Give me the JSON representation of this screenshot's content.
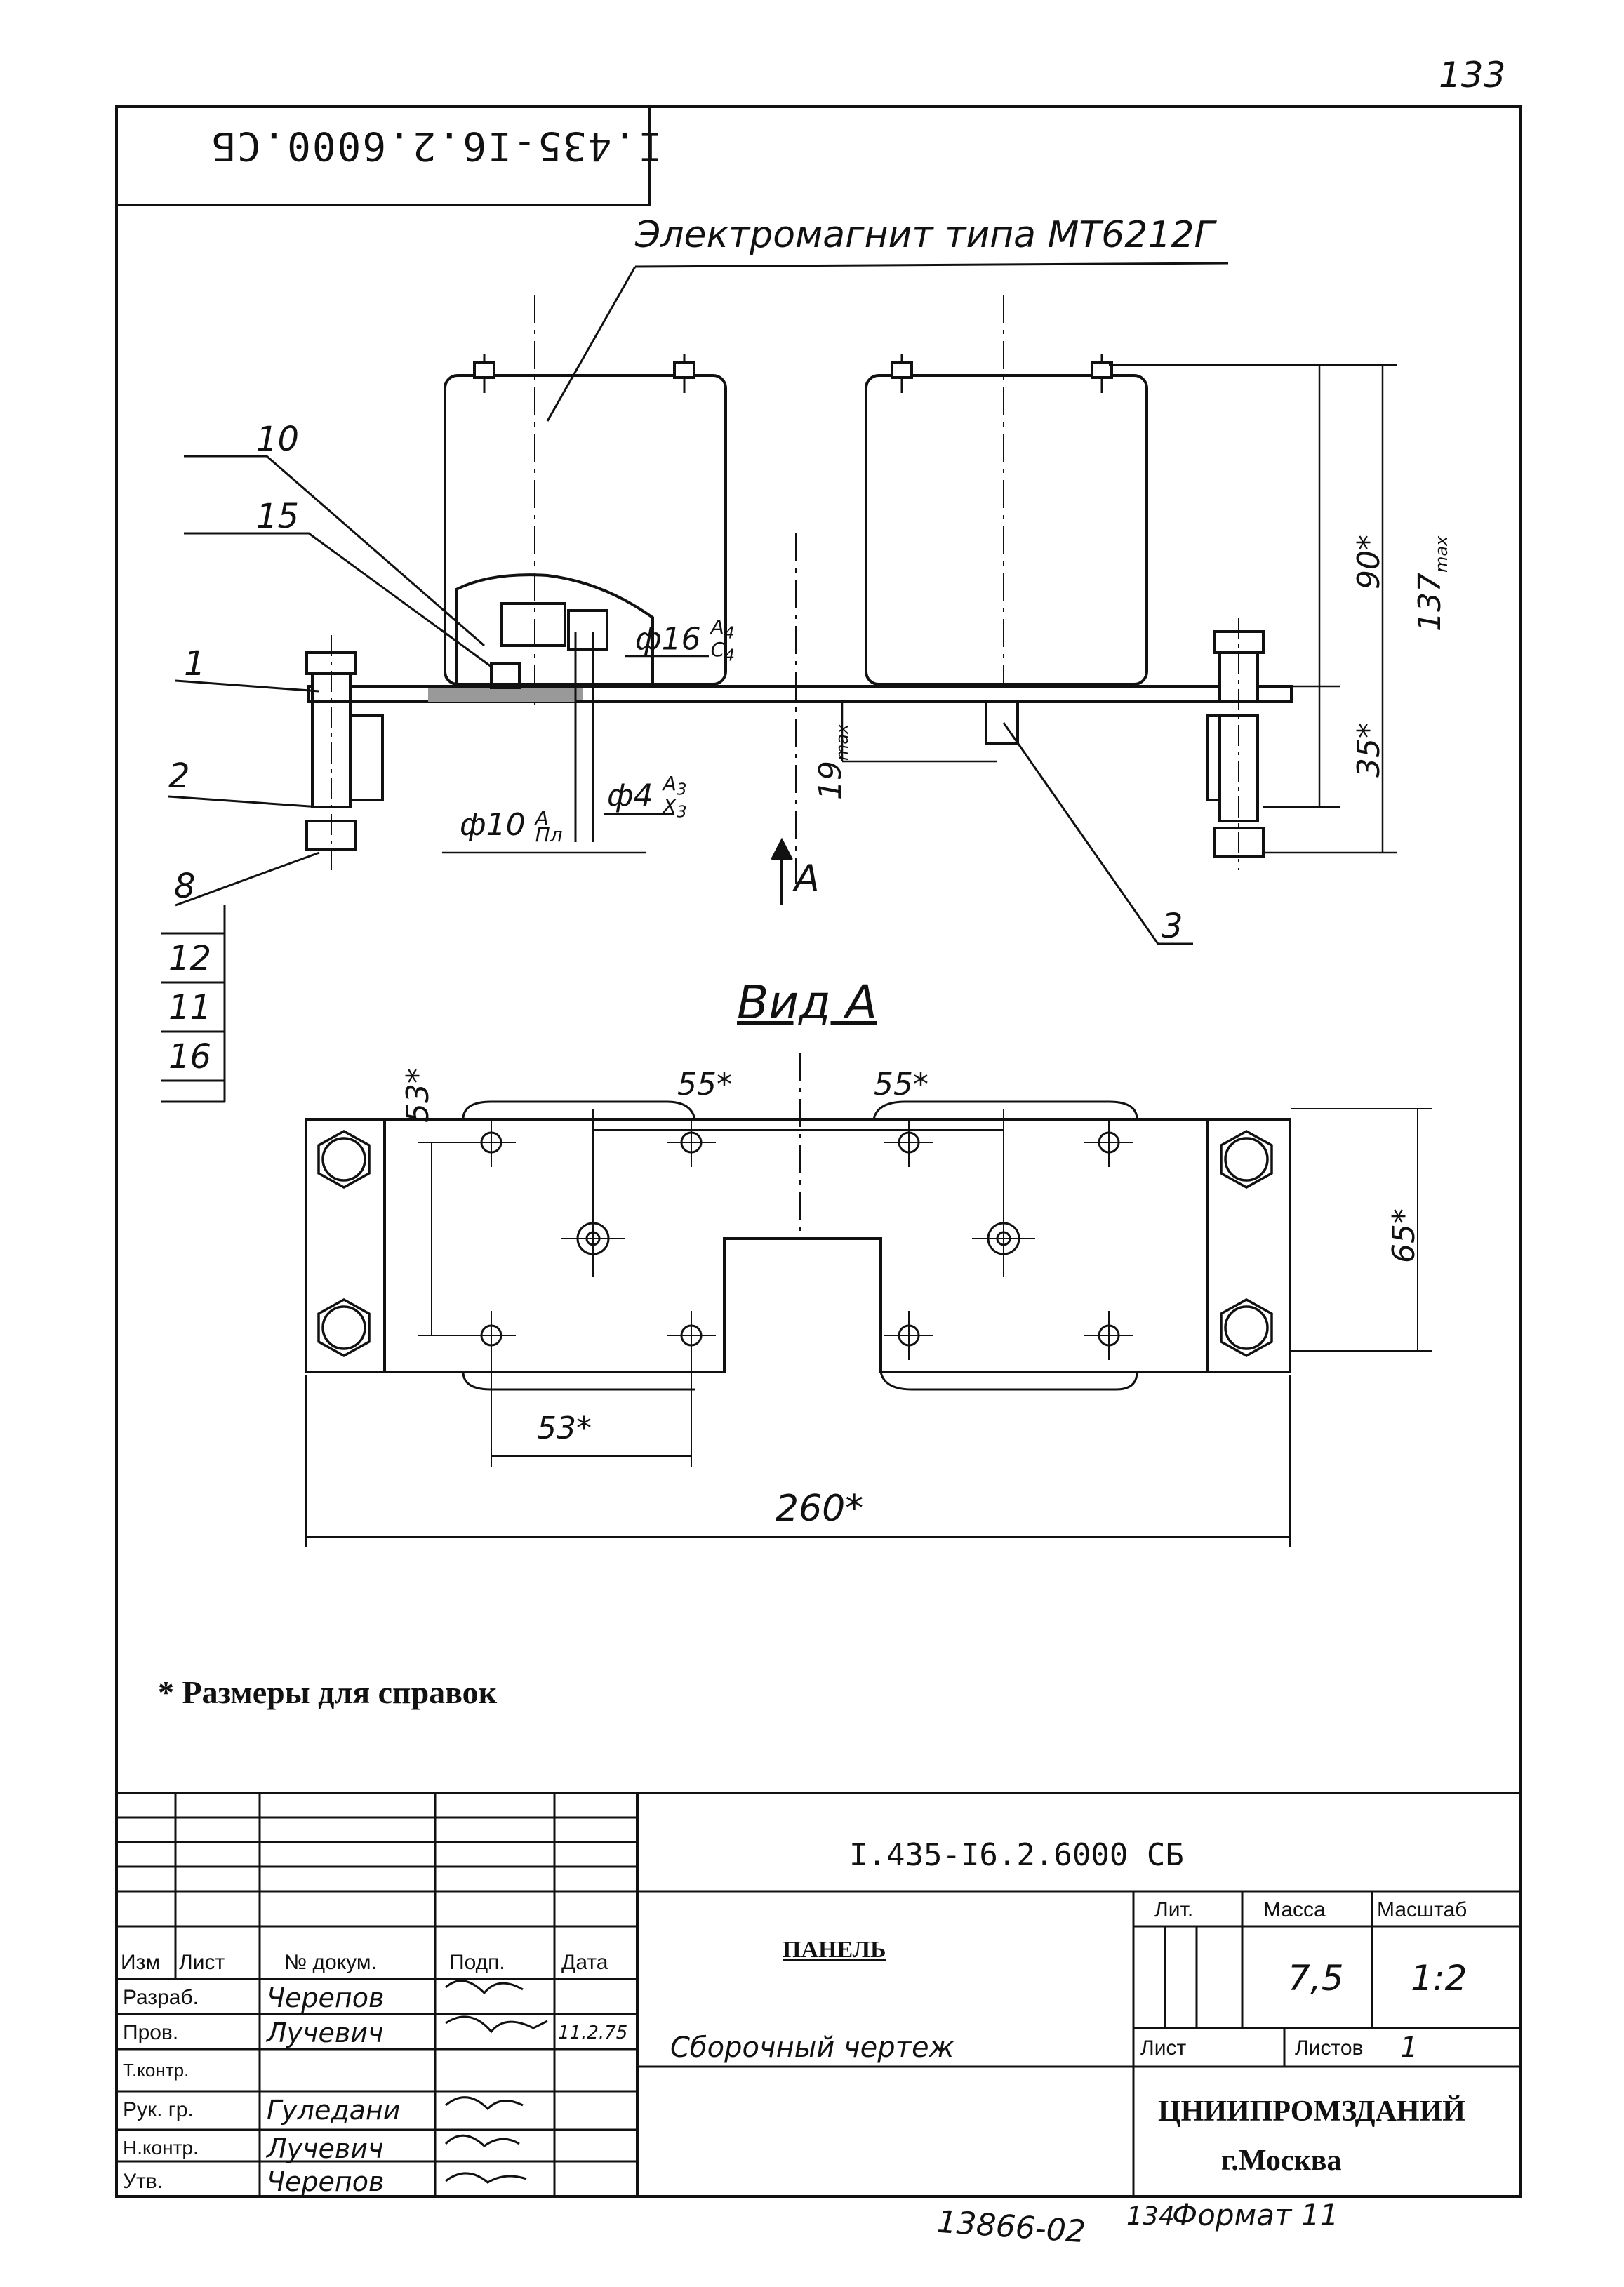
{
  "page_number": "133",
  "inverted_code": "I.435-I6.2.6000.CБ",
  "elevation": {
    "magnet_label": "Электромагнит типа МТ6212Г",
    "callouts": [
      "10",
      "15",
      "1",
      "2",
      "8",
      "12",
      "11",
      "16",
      "3"
    ],
    "dims": {
      "d16": "ф16",
      "d16_fit_top": "A",
      "d16_fit_bottom": "C",
      "d16_fit_sub": "4",
      "d4": "ф4",
      "d4_fit_top": "A",
      "d4_fit_bottom": "X",
      "d4_fit_sub": "3",
      "d10": "ф10",
      "d10_fit_top": "A",
      "d10_fit_bottom": "Пл",
      "h19": "19",
      "h19_sub": "max",
      "h90": "90*",
      "h35": "35*",
      "h137": "137",
      "h137_sub": "max"
    },
    "arrow_label": "A"
  },
  "view_a": {
    "title": "Вид А",
    "dims": {
      "top_left": "55*",
      "top_right": "55*",
      "left_height": "53*",
      "right_height": "65*",
      "bottom_spacing": "53*",
      "overall_width": "260*"
    }
  },
  "note": "* Размеры для справок",
  "title_block": {
    "designation": "I.435-I6.2.6000 CБ",
    "name": "ПАНЕЛЬ",
    "doc_type": "Сборочный чертеж",
    "headers": {
      "izm": "Изм",
      "list": "Лист",
      "doc_no": "№ докум.",
      "sign": "Подп.",
      "date": "Дата"
    },
    "rows": [
      {
        "role": "Разраб.",
        "name": "Черепов"
      },
      {
        "role": "Пров.",
        "name": "Лучевич",
        "date": "11.2.75"
      },
      {
        "role": "Т.контр.",
        "name": ""
      },
      {
        "role": "Рук. гр.",
        "name": "Гуледани"
      },
      {
        "role": "Н.контр.",
        "name": "Лучевич"
      },
      {
        "role": "Утв.",
        "name": "Черепов"
      }
    ],
    "lit_label": "Лит.",
    "mass_label": "Масса",
    "scale_label": "Масштаб",
    "mass": "7,5",
    "scale": "1:2",
    "sheet_label": "Лист",
    "sheets_label": "Листов",
    "sheets": "1",
    "org": "ЦНИИПРОМЗДАНИЙ",
    "city": "г.Москва"
  },
  "footer": {
    "archive_no": "13866-02",
    "format": "Формат 11",
    "stamp_no": "134"
  }
}
